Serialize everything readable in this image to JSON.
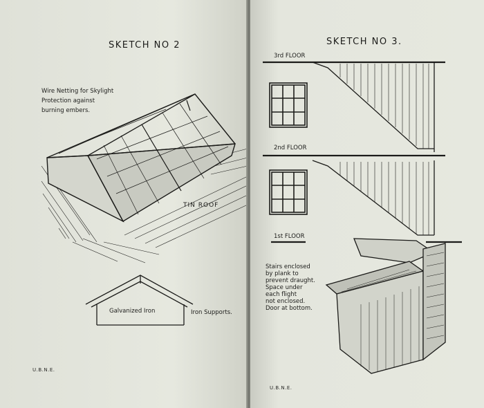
{
  "left_page": {
    "title": "SKETCH NO 2",
    "caption_skylight": [
      "Wire Netting for Skylight",
      "Protection against",
      "burning embers."
    ],
    "label_roof": "TIN ROOF",
    "label_galvanized": "Galvanized Iron",
    "label_supports": "Iron Supports.",
    "footer": "U.B.N.E."
  },
  "right_page": {
    "title": "SKETCH NO 3.",
    "floor3": "3rd FLOOR",
    "floor2": "2nd FLOOR",
    "floor1": "1st FLOOR",
    "caption_stairs": [
      "Stairs enclosed",
      "by plank to",
      "prevent draught.",
      "Space under",
      "each flight",
      "not enclosed.",
      "Door at bottom."
    ],
    "footer": "U.B.N.E."
  }
}
